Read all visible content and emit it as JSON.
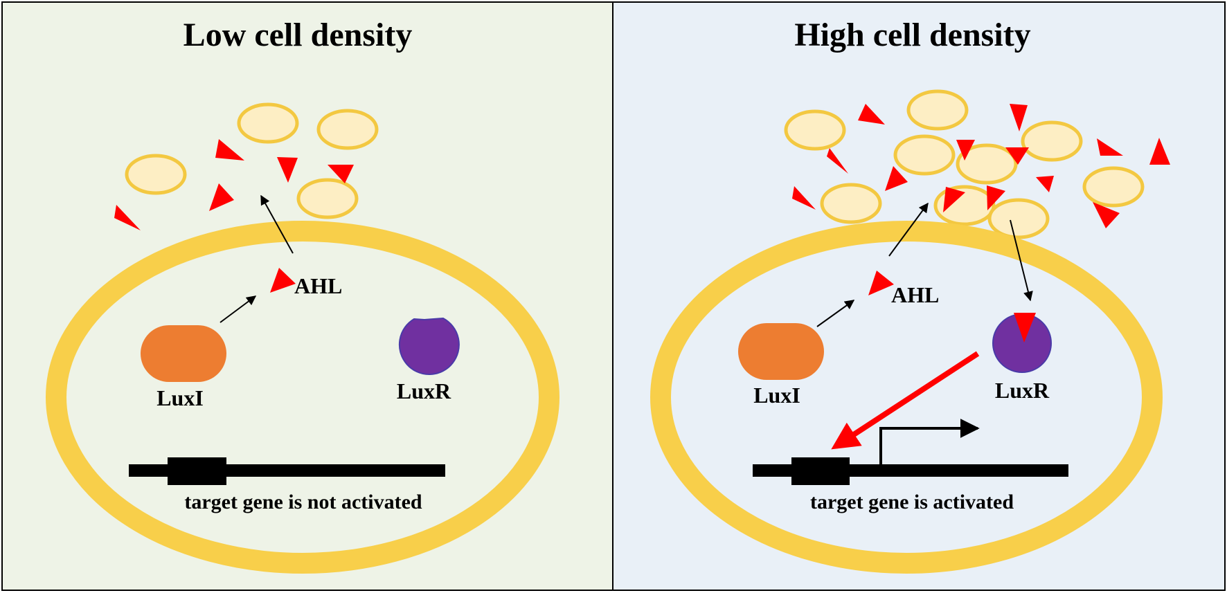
{
  "colors": {
    "left_bg": "#eef3e7",
    "right_bg": "#e9f0f7",
    "membrane": "#f8cf4a",
    "cell_fill": "#fdeec4",
    "cell_stroke": "#f3c841",
    "signal": "#ff0000",
    "luxi": "#ed7d31",
    "luxr": "#7030a0",
    "dna": "#000000"
  },
  "left_panel": {
    "title": "Low cell density",
    "signal_label": "AHL",
    "synthase_label": "LuxI",
    "receptor_label": "LuxR",
    "gene_caption": "target gene is not activated"
  },
  "right_panel": {
    "title": "High cell density",
    "signal_label": "AHL",
    "synthase_label": "LuxI",
    "receptor_label": "LuxR",
    "gene_caption": "target gene is activated"
  }
}
